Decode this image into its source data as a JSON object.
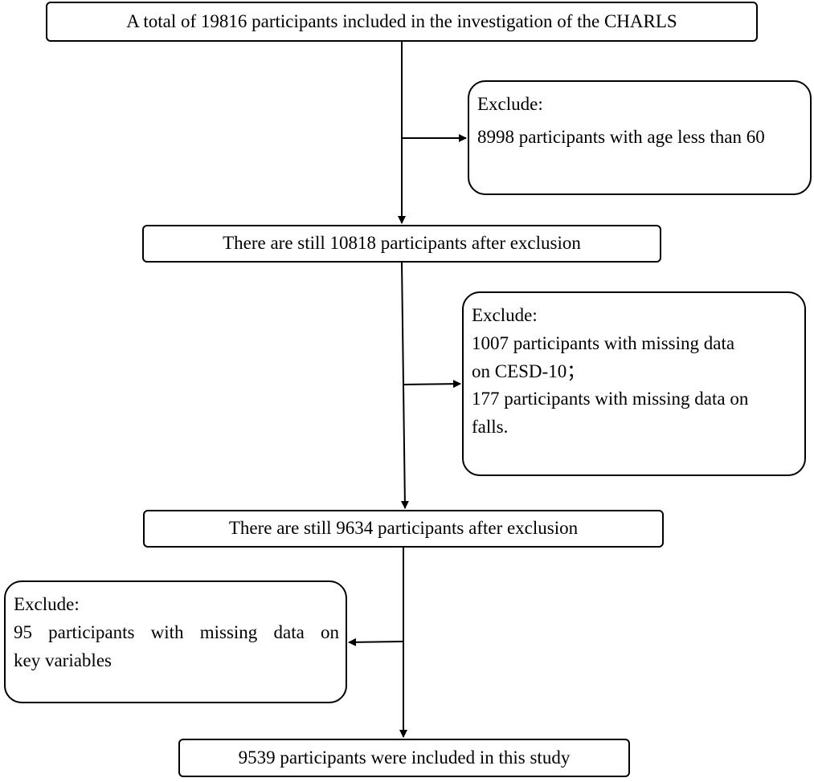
{
  "flowchart": {
    "start": {
      "text": "A total of 19816 participants included in the investigation of the CHARLS"
    },
    "exclusion_1": {
      "heading": "Exclude:",
      "lines": [
        "8998 participants with age less than 60"
      ]
    },
    "remaining_1": {
      "text": "There are still 10818 participants after exclusion"
    },
    "exclusion_2": {
      "heading": "Exclude:",
      "lines": [
        "1007 participants with missing data",
        "on CESD-10；",
        "177 participants with missing data on",
        "falls."
      ]
    },
    "remaining_2": {
      "text": "There are still 9634 participants after exclusion"
    },
    "exclusion_3": {
      "heading": "Exclude:",
      "lines": [
        "95 participants with missing data on",
        "key variables"
      ]
    },
    "final": {
      "text": "9539 participants were included in this study"
    }
  },
  "colors": {
    "stroke": "#000000",
    "background": "#ffffff",
    "text": "#000000"
  }
}
